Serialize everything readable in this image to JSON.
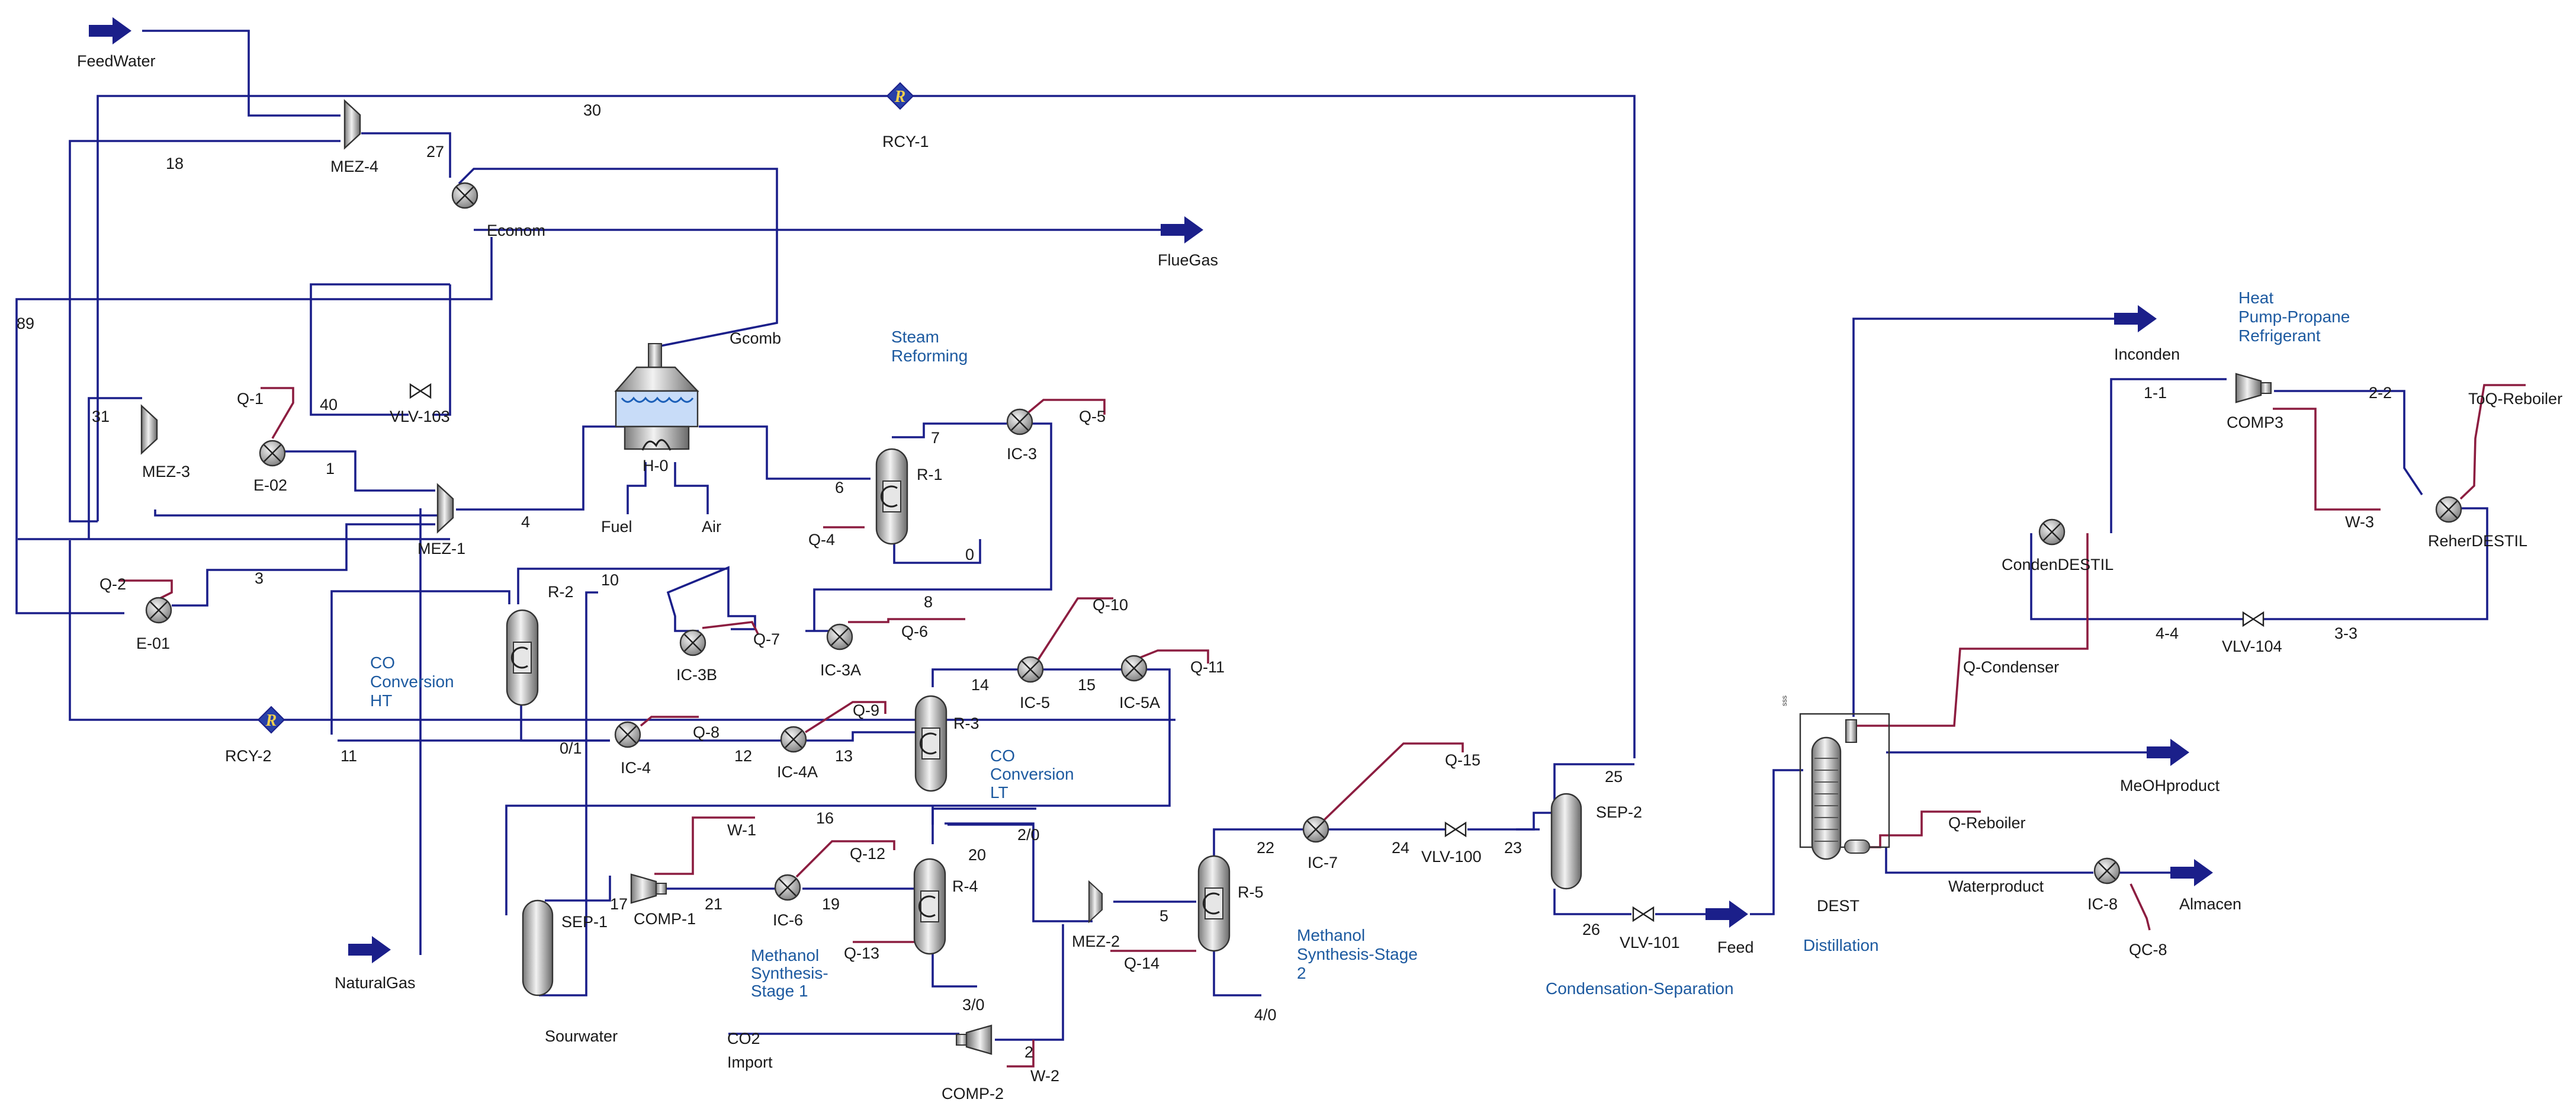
{
  "diagram": {
    "colors": {
      "material_stream": "#1b1f8a",
      "energy_stream": "#8c1d40",
      "equipment": "#c8c8c8",
      "text": "#1a1a1a",
      "section_label": "#1d5aa0"
    },
    "feeds": {
      "feedwater": "FeedWater",
      "naturalgas": "NaturalGas",
      "co2_line1": "CO2",
      "co2_line2": "Import",
      "fuel": "Fuel",
      "air": "Air"
    },
    "products": {
      "fluegas": "FlueGas",
      "sourwater": "Sourwater",
      "meohproduct": "MeOHproduct",
      "waterproduct": "Waterproduct",
      "almacen": "Almacen",
      "inconden": "Inconden",
      "feed": "Feed",
      "gcomb": "Gcomb"
    },
    "equipment": {
      "rcy1": "RCY-1",
      "rcy2": "RCY-2",
      "mez4": "MEZ-4",
      "mez3": "MEZ-3",
      "mez1": "MEZ-1",
      "mez2": "MEZ-2",
      "econom": "Econom",
      "e02": "E-02",
      "e01": "E-01",
      "vlv103": "VLV-103",
      "h0": "H-0",
      "r1": "R-1",
      "ic3": "IC-3",
      "r2": "R-2",
      "ic3b": "IC-3B",
      "ic3a": "IC-3A",
      "ic4": "IC-4",
      "ic4a": "IC-4A",
      "r3": "R-3",
      "ic5": "IC-5",
      "ic5a": "IC-5A",
      "sep1": "SEP-1",
      "comp1": "COMP-1",
      "ic6": "IC-6",
      "r4": "R-4",
      "r5": "R-5",
      "ic7": "IC-7",
      "vlv100": "VLV-100",
      "sep2": "SEP-2",
      "vlv101": "VLV-101",
      "comp2": "COMP-2",
      "dest": "DEST",
      "ic8": "IC-8",
      "condendestil": "CondenDESTIL",
      "reherdestil": "ReherDESTIL",
      "comp3": "COMP3",
      "vlv104": "VLV-104"
    },
    "streams": {
      "s30": "30",
      "s18": "18",
      "s27": "27",
      "s89": "89",
      "s31": "31",
      "s40": "40",
      "s1": "1",
      "s4": "4",
      "s3": "3",
      "s6": "6",
      "s7": "7",
      "s0": "0",
      "s10": "10",
      "s8": "8",
      "s14": "14",
      "s15": "15",
      "s11": "11",
      "s01": "0/1",
      "s12": "12",
      "s13": "13",
      "s16": "16",
      "s17": "17",
      "s21": "21",
      "s19": "19",
      "s20": "20",
      "s20b": "2/0",
      "s30b": "3/0",
      "s5": "5",
      "s22": "22",
      "s24": "24",
      "s23": "23",
      "s25": "25",
      "s26": "26",
      "s2": "2",
      "s40b": "4/0",
      "s11b": "1-1",
      "s22b": "2-2",
      "s44": "4-4",
      "s33": "3-3"
    },
    "energy": {
      "q1": "Q-1",
      "q2": "Q-2",
      "q4": "Q-4",
      "q5": "Q-5",
      "q6": "Q-6",
      "q7": "Q-7",
      "q8": "Q-8",
      "q9": "Q-9",
      "q10": "Q-10",
      "q11": "Q-11",
      "q12": "Q-12",
      "q13": "Q-13",
      "q14": "Q-14",
      "q15": "Q-15",
      "w1": "W-1",
      "w2": "W-2",
      "w3": "W-3",
      "qcond": "Q-Condenser",
      "qreb": "Q-Reboiler",
      "qc8": "QC-8",
      "toqreb": "ToQ-Reboiler"
    },
    "sections": {
      "steam": [
        "Steam",
        "Reforming"
      ],
      "coht": [
        "CO",
        "Conversion",
        "HT"
      ],
      "colt": [
        "CO",
        "Conversion",
        "LT"
      ],
      "ms1": [
        "Methanol",
        "Synthesis-",
        "Stage 1"
      ],
      "ms2": [
        "Methanol",
        "Synthesis-Stage",
        "2"
      ],
      "condsep": "Condensation-Separation",
      "distillation": "Distillation",
      "heatpump": [
        "Heat",
        "Pump-Propane",
        "Refrigerant"
      ]
    }
  }
}
